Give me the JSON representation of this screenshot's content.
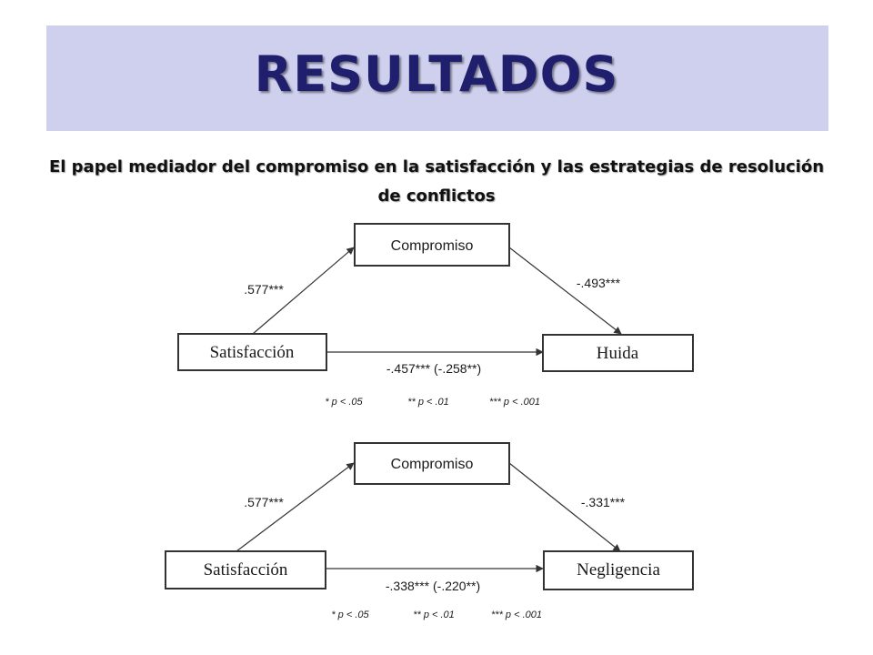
{
  "title": "RESULTADOS",
  "subtitle": "El papel mediador del compromiso en la satisfacción y las estrategias de resolución de conflictos",
  "diagrams": [
    {
      "nodes": {
        "mediator": "Compromiso",
        "predictor": "Satisfacción",
        "outcome": "Huida"
      },
      "paths": {
        "a": ".577***",
        "b": "-.493***",
        "c": "-.457*** (-.258**)"
      },
      "footnotes": [
        "* p < .05",
        "** p < .01",
        "*** p < .001"
      ]
    },
    {
      "nodes": {
        "mediator": "Compromiso",
        "predictor": "Satisfacción",
        "outcome": "Negligencia"
      },
      "paths": {
        "a": ".577***",
        "b": "-.331***",
        "c": "-.338*** (-.220**)"
      },
      "footnotes": [
        "* p < .05",
        "** p < .01",
        "*** p < .001"
      ]
    }
  ]
}
